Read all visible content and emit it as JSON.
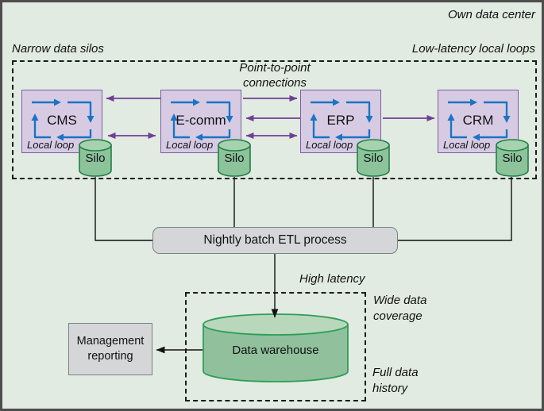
{
  "colors": {
    "background": "#e1ebe1",
    "frame": "#4d4d4d",
    "text": "#111111",
    "dash": "#1a1a1a",
    "box_purple_fill": "#d7cbe4",
    "box_purple_border": "#7e5ea5",
    "loop_blue": "#1b74c4",
    "p2p_purple": "#6f3f97",
    "line_black": "#111111",
    "silo_fill": "#8cc39b",
    "silo_top_fill": "#a7d2af",
    "silo_border": "#237f48",
    "warehouse_fill": "#90c09c",
    "warehouse_top_fill": "#b9d7bb",
    "warehouse_border": "#2e9e58",
    "gray_fill": "#d4d6d8",
    "gray_border": "#7b8087"
  },
  "labels": {
    "own_data_center": "Own data center",
    "narrow_data_silos": "Narrow data silos",
    "low_latency_local_loops": "Low-latency local loops",
    "p2p_line1": "Point-to-point",
    "p2p_line2": "connections",
    "high_latency": "High latency",
    "wide_data_line1": "Wide data",
    "wide_data_line2": "coverage",
    "full_data_line1": "Full data",
    "full_data_line2": "history"
  },
  "systems": [
    {
      "name": "CMS",
      "loop_label": "Local loop",
      "silo_label": "Silo"
    },
    {
      "name": "E-comm",
      "loop_label": "Local loop",
      "silo_label": "Silo"
    },
    {
      "name": "ERP",
      "loop_label": "Local loop",
      "silo_label": "Silo"
    },
    {
      "name": "CRM",
      "loop_label": "Local loop",
      "silo_label": "Silo"
    }
  ],
  "etl": {
    "label": "Nightly batch ETL process"
  },
  "warehouse": {
    "label": "Data warehouse"
  },
  "reporting": {
    "line1": "Management",
    "line2": "reporting"
  }
}
